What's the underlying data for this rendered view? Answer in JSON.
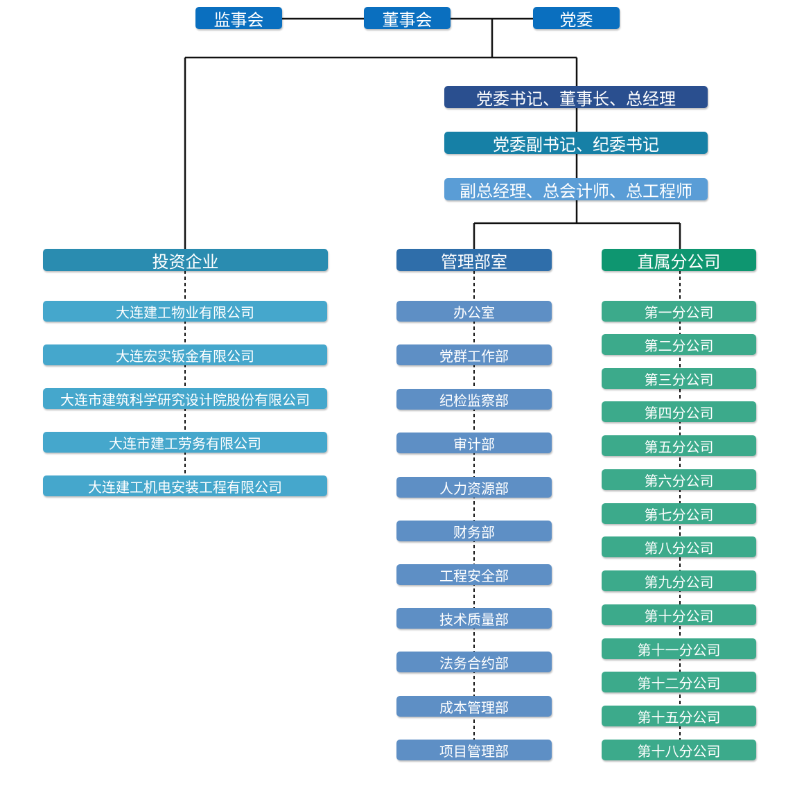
{
  "top": {
    "supervisory": "监事会",
    "board": "董事会",
    "party": "党委"
  },
  "leaders": {
    "level1": "党委书记、董事长、总经理",
    "level2": "党委副书记、纪委书记",
    "level3": "副总经理、总会计师、总工程师"
  },
  "investment": {
    "header": "投资企业",
    "items": [
      "大连建工物业有限公司",
      "大连宏实钣金有限公司",
      "大连市建筑科学研究设计院股份有限公司",
      "大连市建工劳务有限公司",
      "大连建工机电安装工程有限公司"
    ]
  },
  "management": {
    "header": "管理部室",
    "items": [
      "办公室",
      "党群工作部",
      "纪检监察部",
      "审计部",
      "人力资源部",
      "财务部",
      "工程安全部",
      "技术质量部",
      "法务合约部",
      "成本管理部",
      "项目管理部"
    ]
  },
  "branches": {
    "header": "直属分公司",
    "items": [
      "第一分公司",
      "第二分公司",
      "第三分公司",
      "第四分公司",
      "第五分公司",
      "第六分公司",
      "第七分公司",
      "第八分公司",
      "第九分公司",
      "第十分公司",
      "第十一分公司",
      "第十二分公司",
      "第十五分公司",
      "第十八分公司"
    ]
  },
  "colors": {
    "top": "#0a6fbf",
    "leader1": "#2a4f8f",
    "leader2": "#1680a6",
    "leader3": "#5a9dd6",
    "investment": "#45a7cc",
    "management": "#5e8fc5",
    "branches": "#3caa8b"
  }
}
